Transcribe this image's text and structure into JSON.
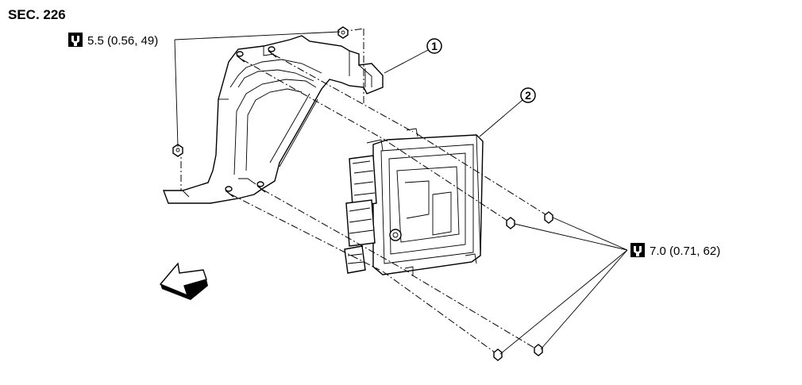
{
  "section": {
    "title": "SEC. 226"
  },
  "torques": [
    {
      "value": "5.5 (0.56, 49)",
      "icon": "torque-wrench-icon"
    },
    {
      "value": "7.0 (0.71, 62)",
      "icon": "torque-wrench-icon"
    }
  ],
  "callouts": [
    {
      "number": "1"
    },
    {
      "number": "2"
    }
  ],
  "direction_arrow": {
    "icon": "front-direction-arrow-icon"
  }
}
